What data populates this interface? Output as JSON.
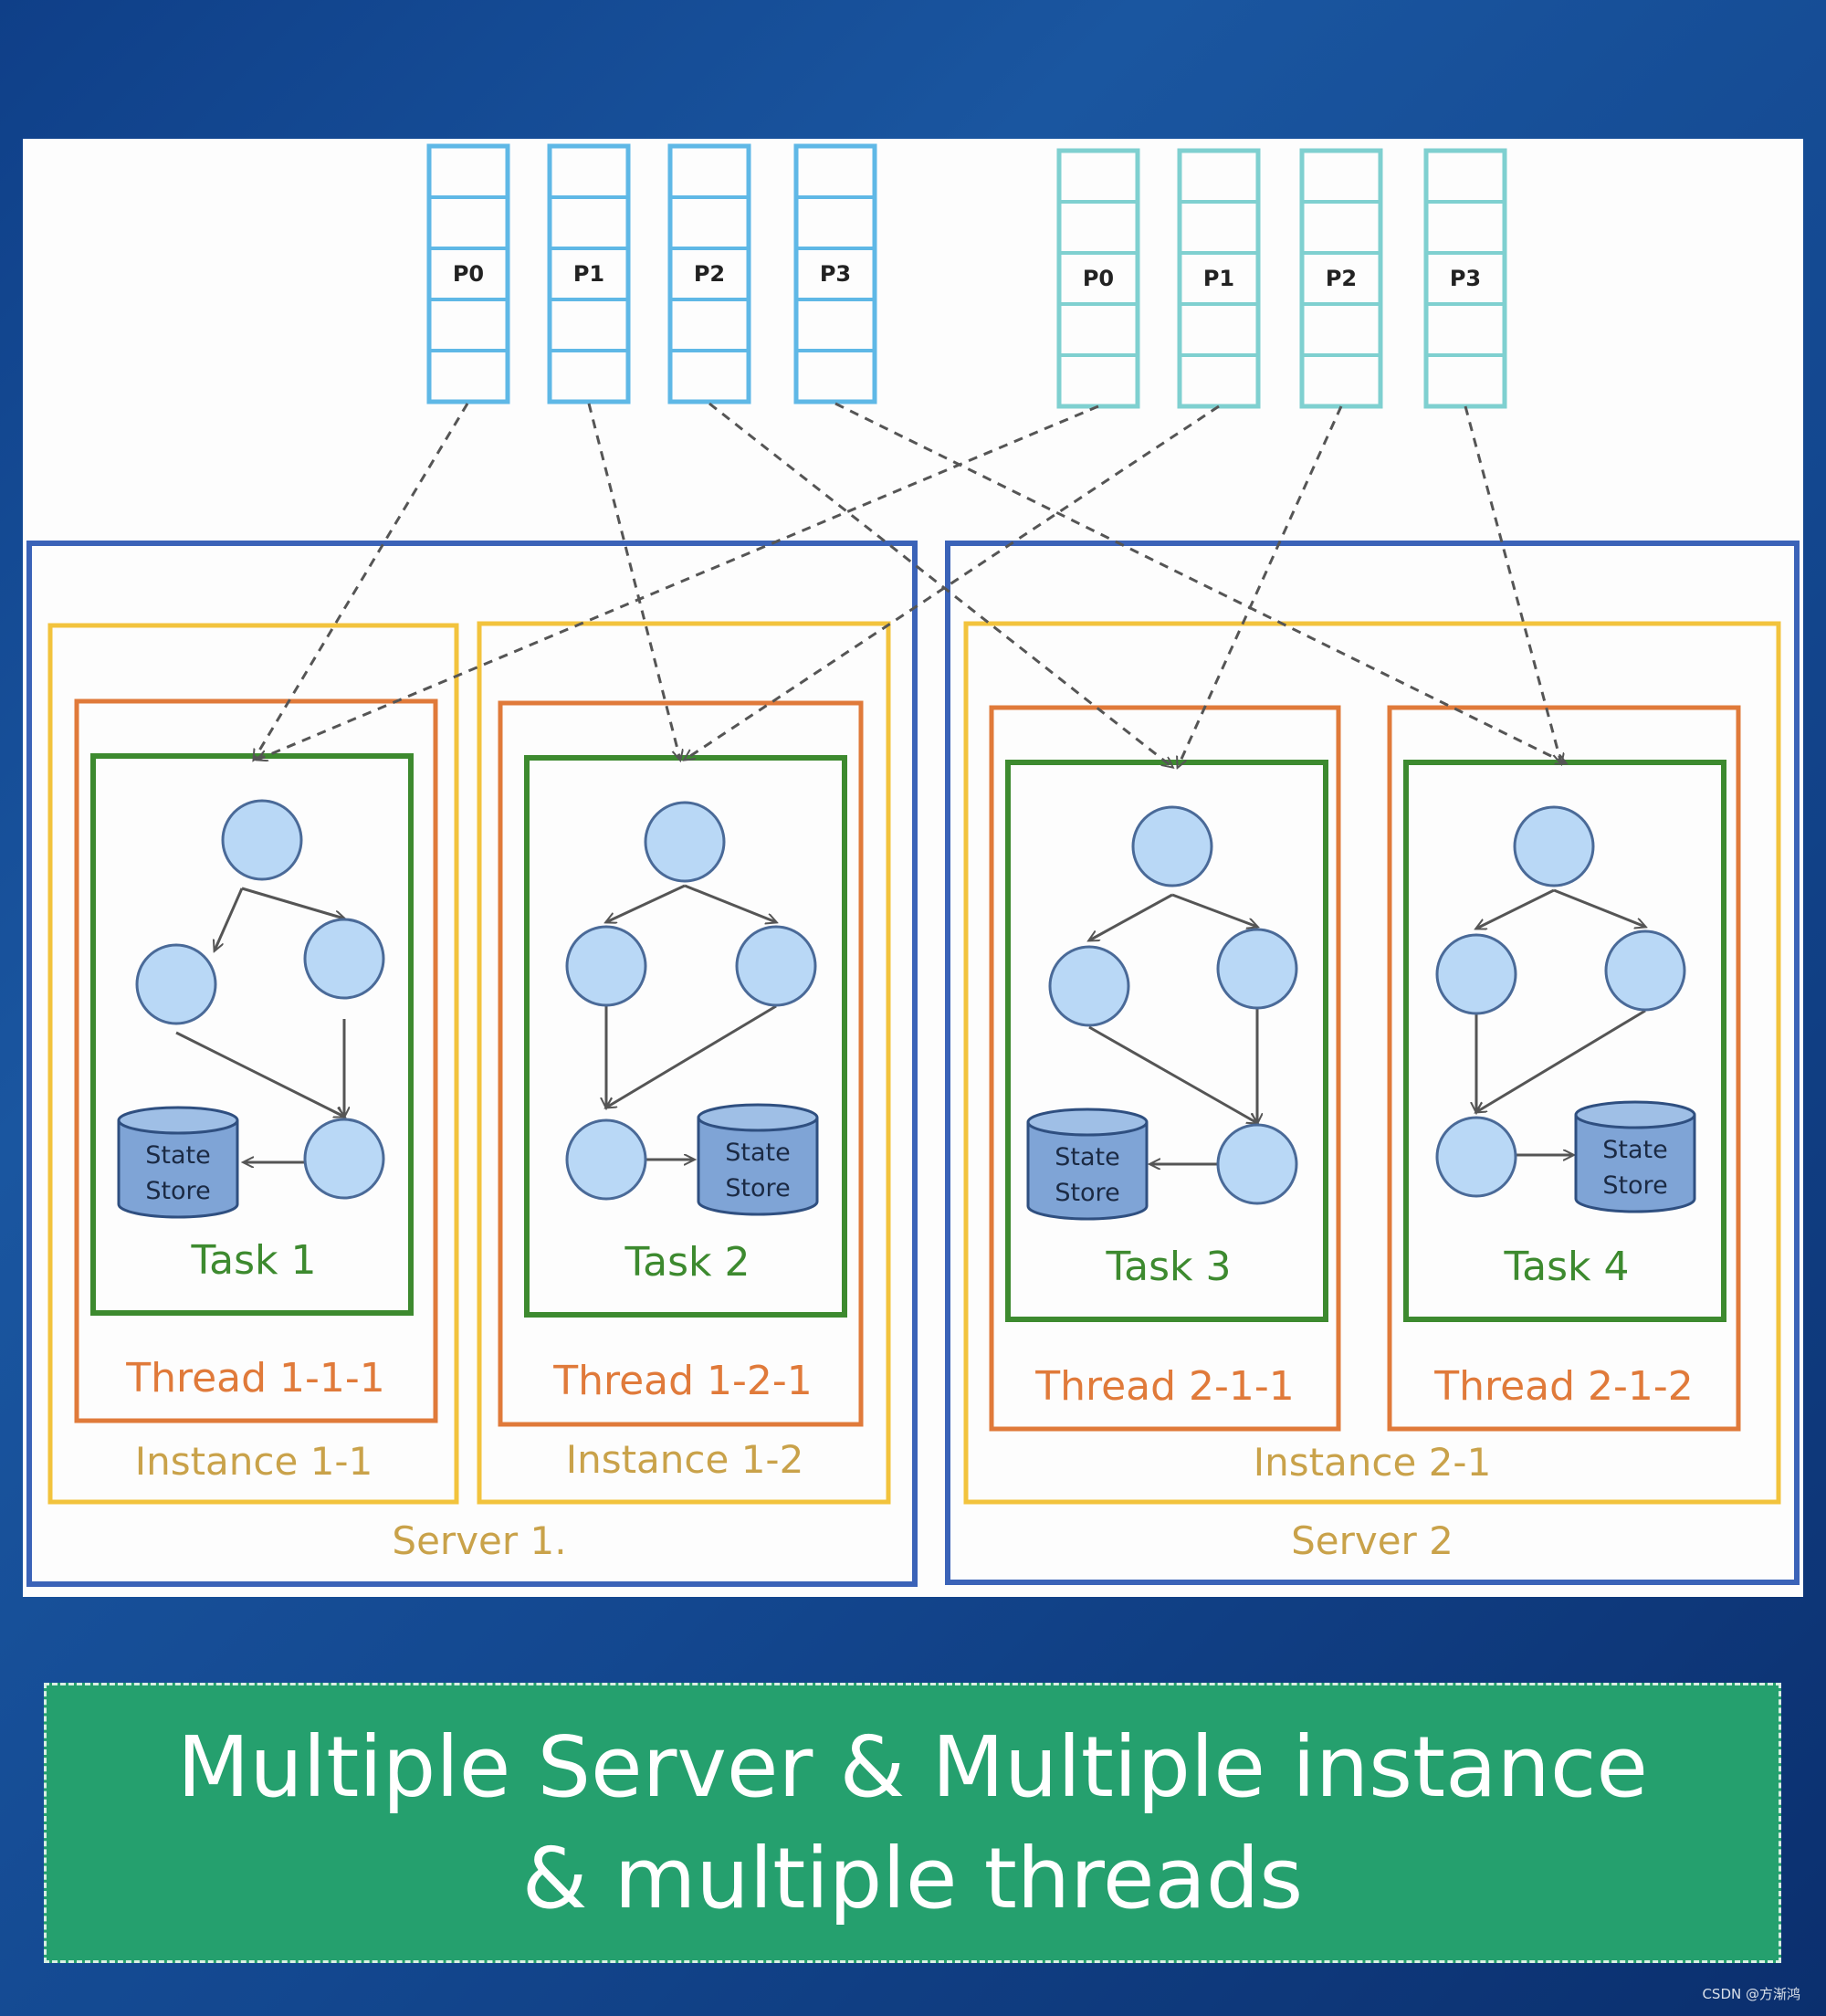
{
  "partitions": {
    "topic_a": [
      "P0",
      "P1",
      "P2",
      "P3"
    ],
    "topic_b": [
      "P0",
      "P1",
      "P2",
      "P3"
    ]
  },
  "servers": [
    {
      "label": "Server 1.",
      "instances": [
        {
          "label": "Instance 1-1",
          "threads": [
            {
              "label": "Thread 1-1-1",
              "task": "Task 1"
            }
          ]
        },
        {
          "label": "Instance 1-2",
          "threads": [
            {
              "label": "Thread 1-2-1",
              "task": "Task 2"
            }
          ]
        }
      ]
    },
    {
      "label": "Server 2",
      "instances": [
        {
          "label": "Instance 2-1",
          "threads": [
            {
              "label": "Thread 2-1-1",
              "task": "Task 3"
            },
            {
              "label": "Thread 2-1-2",
              "task": "Task 4"
            }
          ]
        }
      ]
    }
  ],
  "state_store": {
    "line1": "State",
    "line2": "Store"
  },
  "caption": {
    "line1": "Multiple Server & Multiple instance",
    "line2": "& multiple threads"
  },
  "watermark": "CSDN @方渐鸿",
  "colors": {
    "server_border": "#3b63b8",
    "instance_border": "#f2c33d",
    "thread_border": "#e07a3a",
    "task_border": "#3d8a2f",
    "partition_a": "#5fb8e6",
    "partition_b": "#7fd0d0",
    "node_fill": "#b9d8f6",
    "store_fill": "#7fa4d6",
    "caption_fill": "#25a06e"
  }
}
